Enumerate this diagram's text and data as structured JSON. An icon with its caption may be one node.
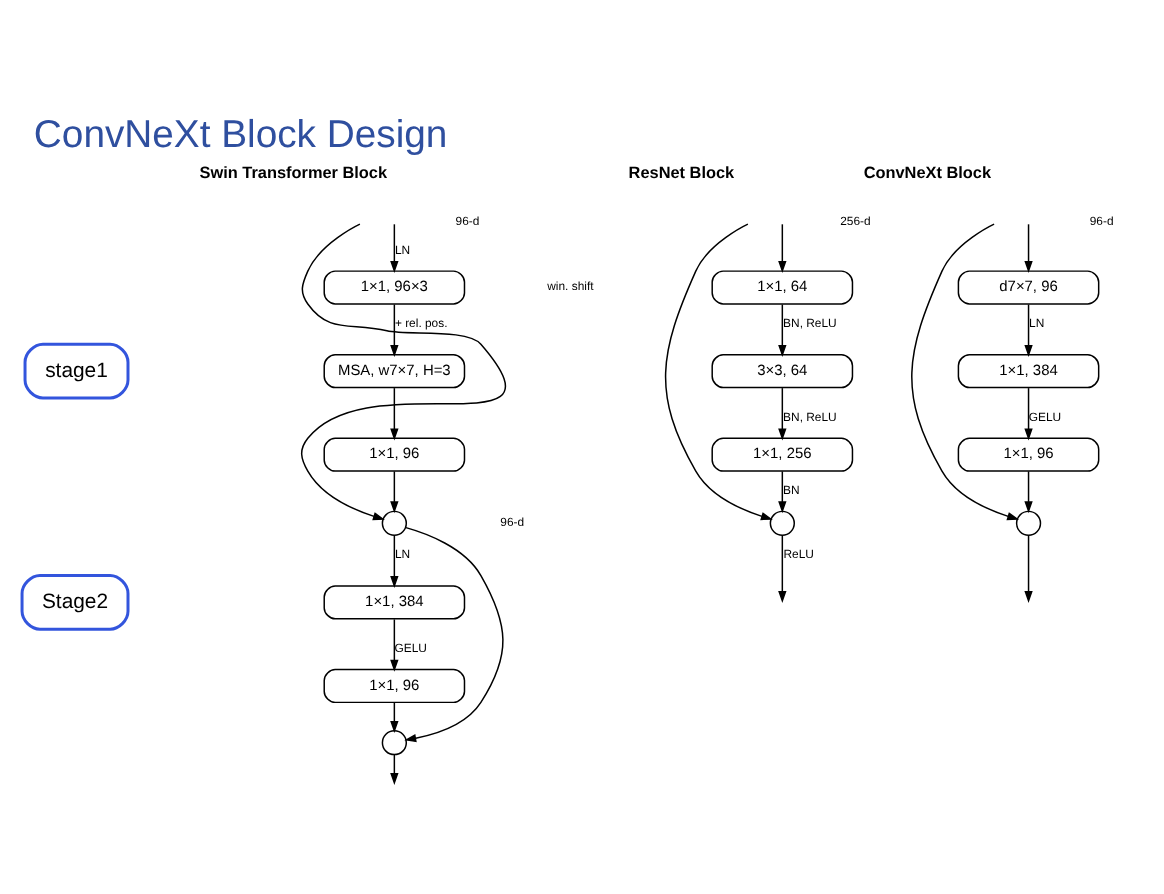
{
  "diagram": {
    "title": "ConvNeXt Block Design",
    "nodes": [
      {
        "text": [
          "stage1"
        ]
      },
      {
        "text": [
          "Stage2"
        ]
      },
      {
        "text": [
          "1×1, 96×3"
        ]
      },
      {
        "text": [
          "MSA, w7×7, H=3"
        ]
      },
      {
        "text": [
          "1×1, 96"
        ]
      },
      {
        "text": [],
        "shape": "circle"
      },
      {
        "text": [
          "1×1, 384"
        ]
      },
      {
        "text": [
          "1×1, 96"
        ]
      },
      {
        "text": [],
        "shape": "circle"
      },
      {
        "text": [
          "1×1, 64"
        ]
      },
      {
        "text": [
          "3×3, 64"
        ]
      },
      {
        "text": [
          "1×1, 256"
        ]
      },
      {
        "text": [],
        "shape": "circle"
      },
      {
        "text": [
          "d7×7, 96"
        ]
      },
      {
        "text": [
          "1×1, 384"
        ]
      },
      {
        "text": [
          "1×1, 96"
        ]
      },
      {
        "text": [],
        "shape": "circle"
      }
    ],
    "edges": [
      {
        "from": null,
        "to": 2,
        "arrow": "to",
        "label": "LN"
      },
      {
        "from": 2,
        "to": 3,
        "arrow": "to",
        "label": "+ rel. pos."
      },
      {
        "from": 3,
        "to": 4,
        "arrow": "to"
      },
      {
        "from": 4,
        "to": 5,
        "arrow": "to"
      },
      {
        "from": null,
        "to": 5,
        "arrow": "to"
      },
      {
        "from": 5,
        "to": 6,
        "arrow": "to",
        "label": "LN"
      },
      {
        "from": 6,
        "to": 7,
        "arrow": "to",
        "label": "GELU"
      },
      {
        "from": 7,
        "to": 8,
        "arrow": "to"
      },
      {
        "from": 5,
        "to": 8,
        "arrow": "to"
      },
      {
        "from": 8,
        "to": null,
        "arrow": "to"
      },
      {
        "from": null,
        "to": 9,
        "arrow": "to"
      },
      {
        "from": 9,
        "to": 10,
        "arrow": "to",
        "label": "BN, ReLU"
      },
      {
        "from": 10,
        "to": 11,
        "arrow": "to",
        "label": "BN, ReLU"
      },
      {
        "from": 11,
        "to": 12,
        "arrow": "to",
        "label": "BN"
      },
      {
        "from": null,
        "to": 12,
        "arrow": "to"
      },
      {
        "from": 12,
        "to": null,
        "arrow": "to",
        "label": "ReLU"
      },
      {
        "from": null,
        "to": 13,
        "arrow": "to"
      },
      {
        "from": 13,
        "to": 14,
        "arrow": "to",
        "label": "LN"
      },
      {
        "from": 14,
        "to": 15,
        "arrow": "to",
        "label": "GELU"
      },
      {
        "from": 15,
        "to": 16,
        "arrow": "to"
      },
      {
        "from": null,
        "to": 16,
        "arrow": "to"
      },
      {
        "from": 16,
        "to": null,
        "arrow": "to"
      }
    ],
    "labels": [
      "Swin Transformer Block",
      "96-d",
      "win. shift",
      "96-d",
      "ResNet Block",
      "256-d",
      "ConvNeXt Block",
      "96-d"
    ]
  }
}
